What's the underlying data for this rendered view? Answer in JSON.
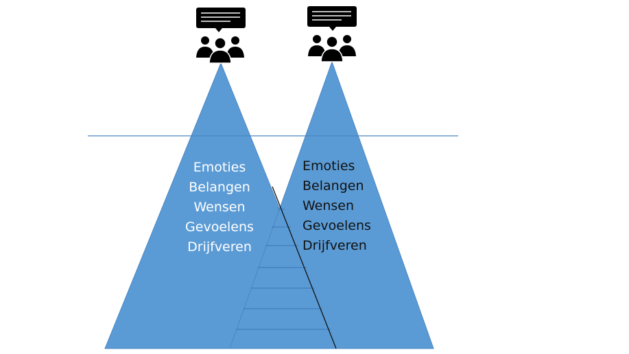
{
  "colors": {
    "background": "#ffffff",
    "triangle_fill": "#5b9bd5",
    "triangle_edge": "#4a86c0",
    "water_line": "#4a86c0",
    "step_lines": "#3a76b5",
    "overlap_edge": "#000000",
    "icon": "#000000",
    "left_text": "#ffffff",
    "right_text": "#111111"
  },
  "icons": {
    "left": "group-chat-icon",
    "right": "group-chat-icon"
  },
  "left_iceberg": {
    "items": [
      "Emoties",
      "Belangen",
      "Wensen",
      "Gevoelens",
      "Drijfveren"
    ]
  },
  "right_iceberg": {
    "items": [
      "Emoties",
      "Belangen",
      "Wensen",
      "Gevoelens",
      "Drijfveren"
    ]
  }
}
